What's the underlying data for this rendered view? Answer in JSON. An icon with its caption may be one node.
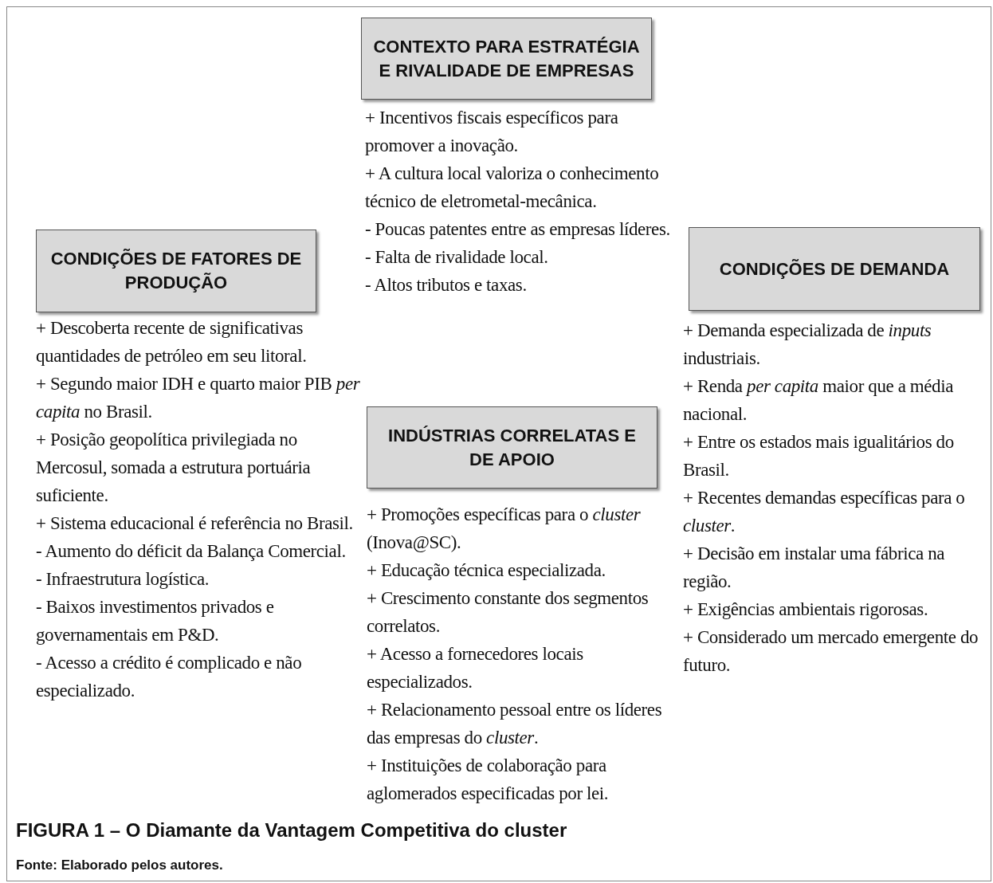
{
  "diagram": {
    "title": "FIGURA 1 – O Diamante da Vantagem Competitiva do cluster",
    "caption": "Fonte: Elaborado pelos autores.",
    "nodes": [
      {
        "text": [
          "CONTEXTO PARA ESTRATÉGIA E RIVALIDADE DE EMPRESAS"
        ],
        "beside": [
          "+ Incentivos fiscais específicos para promover a inovação.",
          "+ A cultura local valoriza o conhecimento técnico de eletrometal-mecânica.",
          "- Poucas patentes entre as empresas líderes.",
          "- Falta de rivalidade local.",
          "- Altos tributos e taxas."
        ]
      },
      {
        "text": [
          "CONDIÇÕES DE FATORES DE PRODUÇÃO"
        ],
        "beside": [
          "+ Descoberta recente de significativas quantidades de petróleo em seu litoral.",
          "+ Segundo maior IDH e quarto maior PIB *per capita* no Brasil.",
          "+ Posição geopolítica privilegiada no Mercosul, somada a estrutura portuária suficiente.",
          "+ Sistema educacional é referência no Brasil.",
          "- Aumento do déficit da Balança Comercial.",
          "- Infraestrutura logística.",
          "- Baixos investimentos privados e governamentais em P&D.",
          "- Acesso a crédito é complicado e não especializado."
        ]
      },
      {
        "text": [
          "CONDIÇÕES DE DEMANDA"
        ],
        "beside": [
          "+ Demanda especializada de *inputs* industriais.",
          "+ Renda *per capita* maior que a média nacional.",
          "+ Entre os estados mais igualitários do Brasil.",
          "+ Recentes demandas específicas para o *cluster*.",
          "+ Decisão em instalar uma fábrica na região.",
          "+ Exigências ambientais rigorosas.",
          "+ Considerado um mercado emergente do futuro."
        ]
      },
      {
        "text": [
          "INDÚSTRIAS CORRELATAS E DE APOIO"
        ],
        "beside": [
          "+ Promoções específicas para o *cluster* (Inova@SC).",
          "+ Educação técnica especializada.",
          "+ Crescimento constante dos segmentos correlatos.",
          "+ Acesso a fornecedores locais especializados.",
          "+ Relacionamento pessoal entre os líderes das empresas do *cluster*.",
          "+ Instituições de colaboração para aglomerados especificadas por lei."
        ]
      }
    ],
    "edges": []
  }
}
